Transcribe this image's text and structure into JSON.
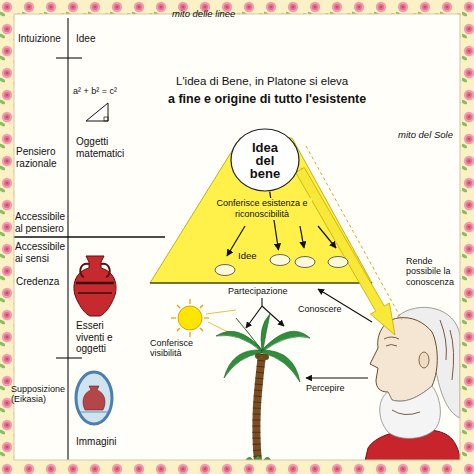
{
  "diagram": {
    "title": "L'idea di Bene, in Platone si eleva",
    "nodes": [
      {
        "text": [
          "Idea del bene"
        ]
      },
      {
        "text": [
          "Idee"
        ]
      }
    ],
    "edges": [
      {
        "from": 0,
        "to": 1,
        "arrow": "to",
        "label": "Conferisce esistenza e riconoscibilità"
      }
    ],
    "labels": [
      "mito delle linee",
      "Intuizione",
      "Idee",
      "a² + b² = c²",
      "Pensiero razionale",
      "Oggetti matematici",
      "Accessibile al pensiero",
      "Accessibile ai sensi",
      "Credenza",
      "Esseri viventi e oggetti",
      "Supposizione (Eikasia)",
      "Immagini",
      "a fine e origine di tutto l'esistente",
      "mito del Sole",
      "Partecipazione",
      "Rende possibile la conoscenza",
      "Conoscere",
      "Conferisce visibilità",
      "Percepire"
    ]
  }
}
